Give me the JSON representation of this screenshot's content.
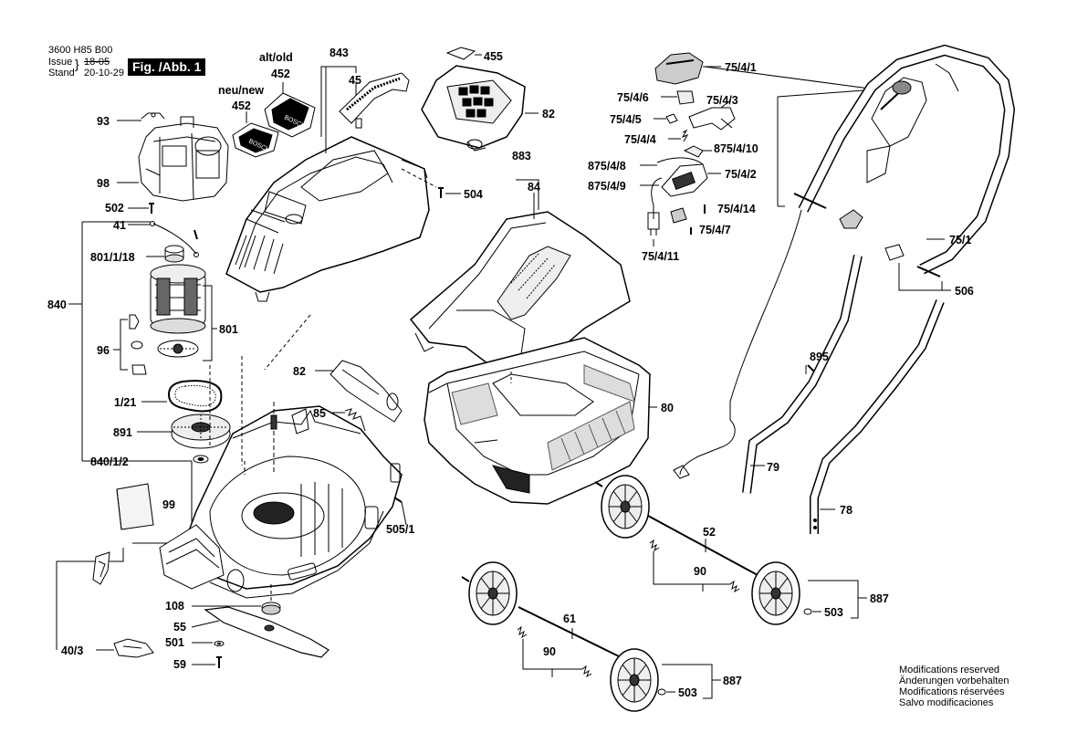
{
  "header": {
    "part_number": "3600 H85 B00",
    "issue_label": "Issue",
    "stand_label": "Stand",
    "issue_old": "18-05",
    "stand_date": "20-10-29",
    "figure_label": "Fig. /Abb. 1"
  },
  "notes": [
    "Modifications reserved",
    "Änderungen vorbehalten",
    "Modifications réservées",
    "Salvo modificaciones"
  ],
  "parts": {
    "p_alt_old": "alt/old",
    "p_neu_new": "neu/new",
    "p843": "843",
    "p45": "45",
    "p455": "455",
    "p82a": "82",
    "p452a": "452",
    "p452b": "452",
    "p93": "93",
    "p98": "98",
    "p502": "502",
    "p41": "41",
    "p801_1_18": "801/1/18",
    "p840": "840",
    "p801": "801",
    "p96": "96",
    "p1_21": "1/21",
    "p891": "891",
    "p840_1_2": "840/1/2",
    "p99": "99",
    "p40_3": "40/3",
    "p108": "108",
    "p55": "55",
    "p501": "501",
    "p59": "59",
    "p504": "504",
    "p82b": "82",
    "p85": "85",
    "p505_1": "505/1",
    "p883": "883",
    "p84": "84",
    "p80": "80",
    "p75_4_1": "75/4/1",
    "p75_4_6": "75/4/6",
    "p75_4_3": "75/4/3",
    "p75_4_5": "75/4/5",
    "p75_4_4": "75/4/4",
    "p875_4_10": "875/4/10",
    "p875_4_8": "875/4/8",
    "p75_4_2": "75/4/2",
    "p875_4_9": "875/4/9",
    "p75_4_14": "75/4/14",
    "p75_4_7": "75/4/7",
    "p75_4_11": "75/4/11",
    "p75_1": "75/1",
    "p506": "506",
    "p895": "895",
    "p79": "79",
    "p78": "78",
    "p52": "52",
    "p90a": "90",
    "p887a": "887",
    "p503a": "503",
    "p61": "61",
    "p90b": "90",
    "p887b": "887",
    "p503b": "503"
  },
  "logos": {
    "bosch_text": "BOSCH"
  }
}
